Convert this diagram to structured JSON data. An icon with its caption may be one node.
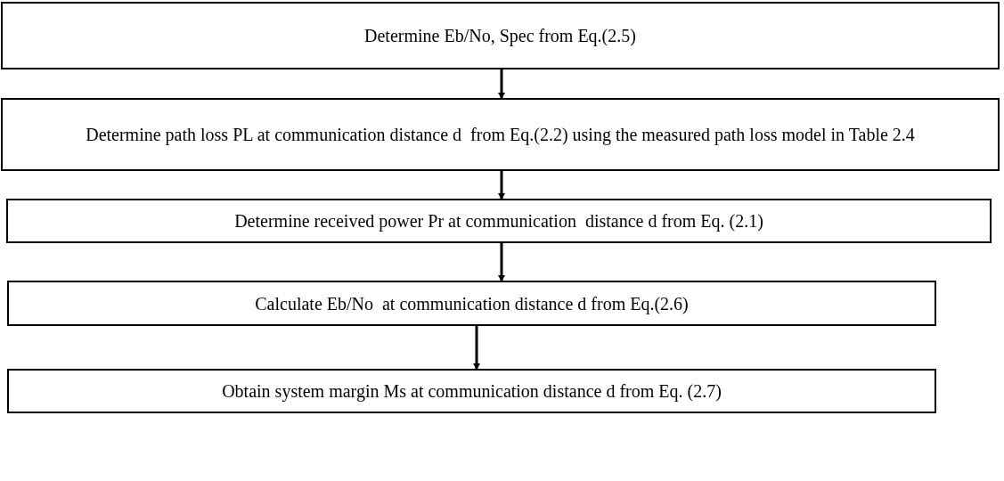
{
  "diagram": {
    "nodes": [
      {
        "text": [
          "Determine Eb/No, Spec from Eq.(2.5)"
        ]
      },
      {
        "text": [
          "Determine path loss PL at communication distance d  from Eq.(2.2) using the measured path loss model in Table 2.4"
        ]
      },
      {
        "text": [
          "Determine received power Pr at communication  distance d from Eq. (2.1)"
        ]
      },
      {
        "text": [
          "Calculate Eb/No  at communication distance d from Eq.(2.6)"
        ]
      },
      {
        "text": [
          "Obtain system margin Ms at communication distance d from Eq. (2.7)"
        ]
      }
    ],
    "edges": [
      {
        "from": 0,
        "to": 1,
        "arrow": "to"
      },
      {
        "from": 1,
        "to": 2,
        "arrow": "to"
      },
      {
        "from": 2,
        "to": 3,
        "arrow": "to"
      },
      {
        "from": 3,
        "to": 4,
        "arrow": "to"
      }
    ]
  }
}
